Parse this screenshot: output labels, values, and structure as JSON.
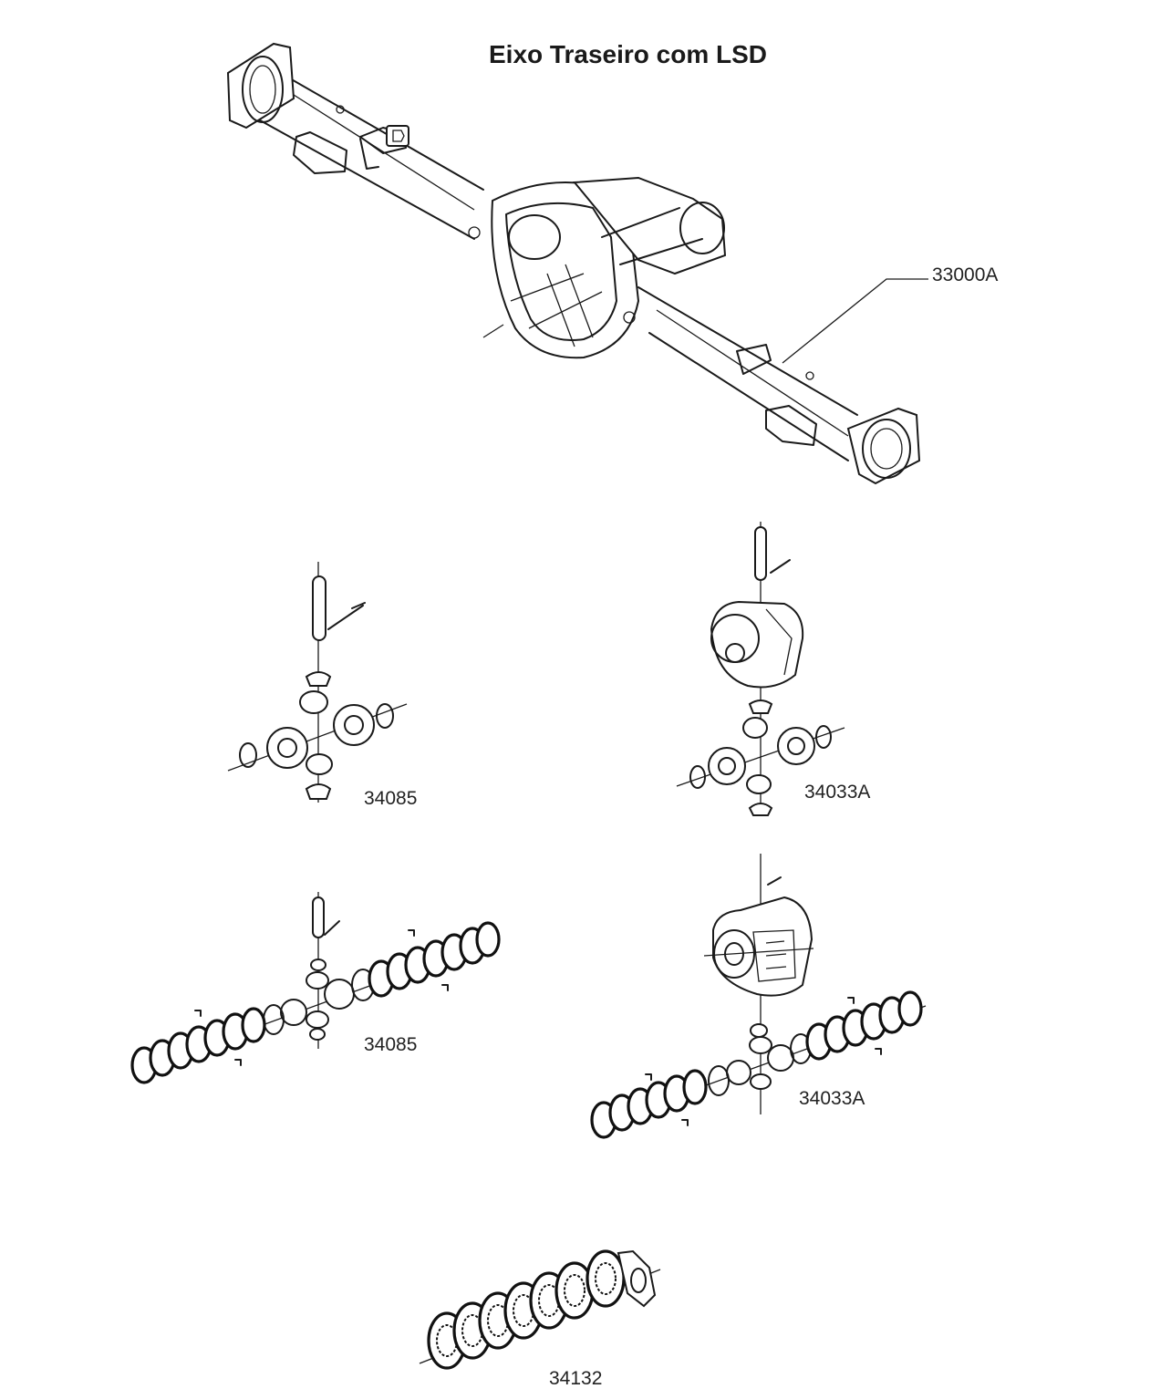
{
  "title": "Eixo Traseiro com LSD",
  "parts": [
    {
      "id": "axle",
      "number": "33000A"
    },
    {
      "id": "diff-gears-open",
      "number": "34085"
    },
    {
      "id": "diff-case-open",
      "number": "34033A"
    },
    {
      "id": "diff-gears-lsd",
      "number": "34085"
    },
    {
      "id": "diff-case-lsd",
      "number": "34033A"
    },
    {
      "id": "clutch-pack",
      "number": "34132"
    }
  ]
}
